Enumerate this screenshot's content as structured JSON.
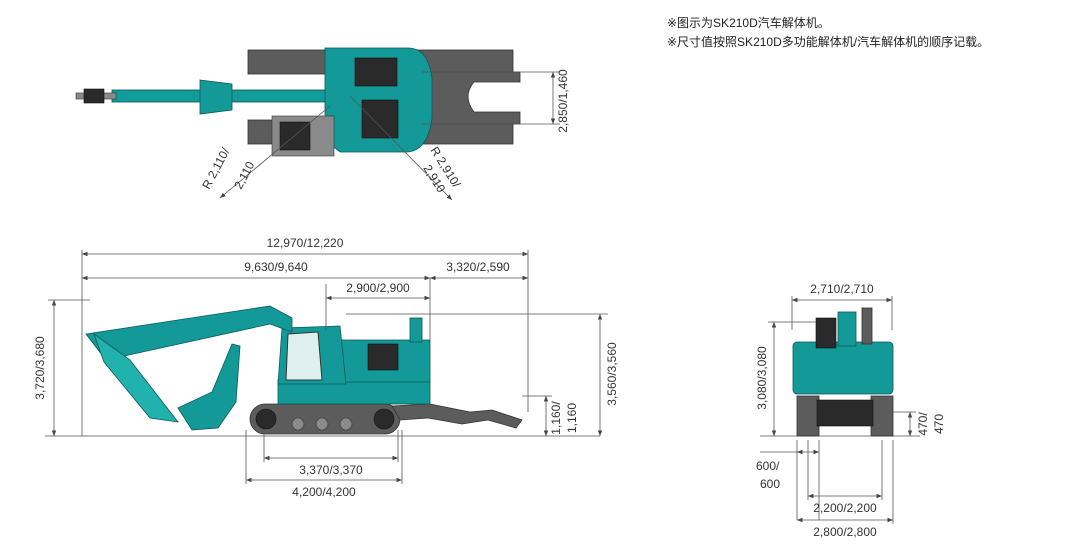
{
  "notes": [
    "※图示为SK210D汽车解体机。",
    "※尺寸值按照SK210D多功能解体机/汽车解体机的顺序记载。"
  ],
  "top_view": {
    "width": "2,850/1,460",
    "radius_front_1": "R 2,110/",
    "radius_front_2": "2,110",
    "radius_rear_1": "R 2,910/",
    "radius_rear_2": "2,910"
  },
  "side_view": {
    "overall_length": "12,970/12,220",
    "front_length": "9,630/9,640",
    "rear_length": "3,320/2,590",
    "cab_to_rear": "2,900/2,900",
    "overall_height": "3,720/3,680",
    "cab_height": "3,560/3,560",
    "attachment_height_1": "1,160/",
    "attachment_height_2": "1,160",
    "tumbler_distance": "3,370/3,370",
    "track_length": "4,200/4,200"
  },
  "rear_view": {
    "upper_width": "2,710/2,710",
    "height": "3,080/3,080",
    "ground_clearance_1": "470/",
    "ground_clearance_2": "470",
    "shoe_width_1": "600/",
    "shoe_width_2": "600",
    "track_gauge": "2,200/2,200",
    "overall_width": "2,800/2,800"
  },
  "colors": {
    "machine_body": "#139a98",
    "machine_dark": "#5c5c5c"
  }
}
